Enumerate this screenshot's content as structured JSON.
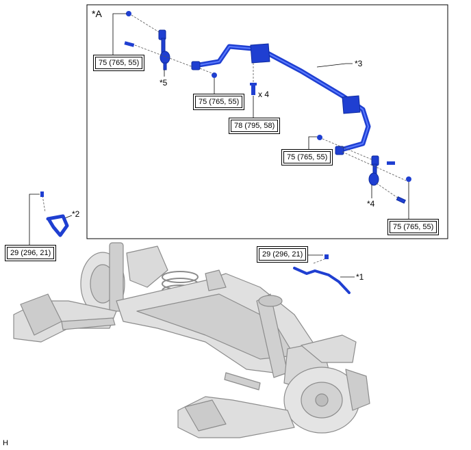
{
  "inset": {
    "label": "*A"
  },
  "callouts": {
    "c1": "*1",
    "c2": "*2",
    "c3": "*3",
    "c4": "*4",
    "c5": "*5",
    "qty": "x 4"
  },
  "torques": {
    "t1": "75 (765, 55)",
    "t2": "75 (765, 55)",
    "t3": "78 (795, 58)",
    "t4": "75 (765, 55)",
    "t5": "75 (765, 55)",
    "t6": "29 (296, 21)",
    "t7": "29 (296, 21)"
  },
  "corner": {
    "code": "H"
  },
  "colors": {
    "part_blue": "#1f3fd1",
    "part_blue_dark": "#0d2a9e",
    "frame_gray": "#d6d6d6",
    "frame_line": "#8a8a8a"
  }
}
